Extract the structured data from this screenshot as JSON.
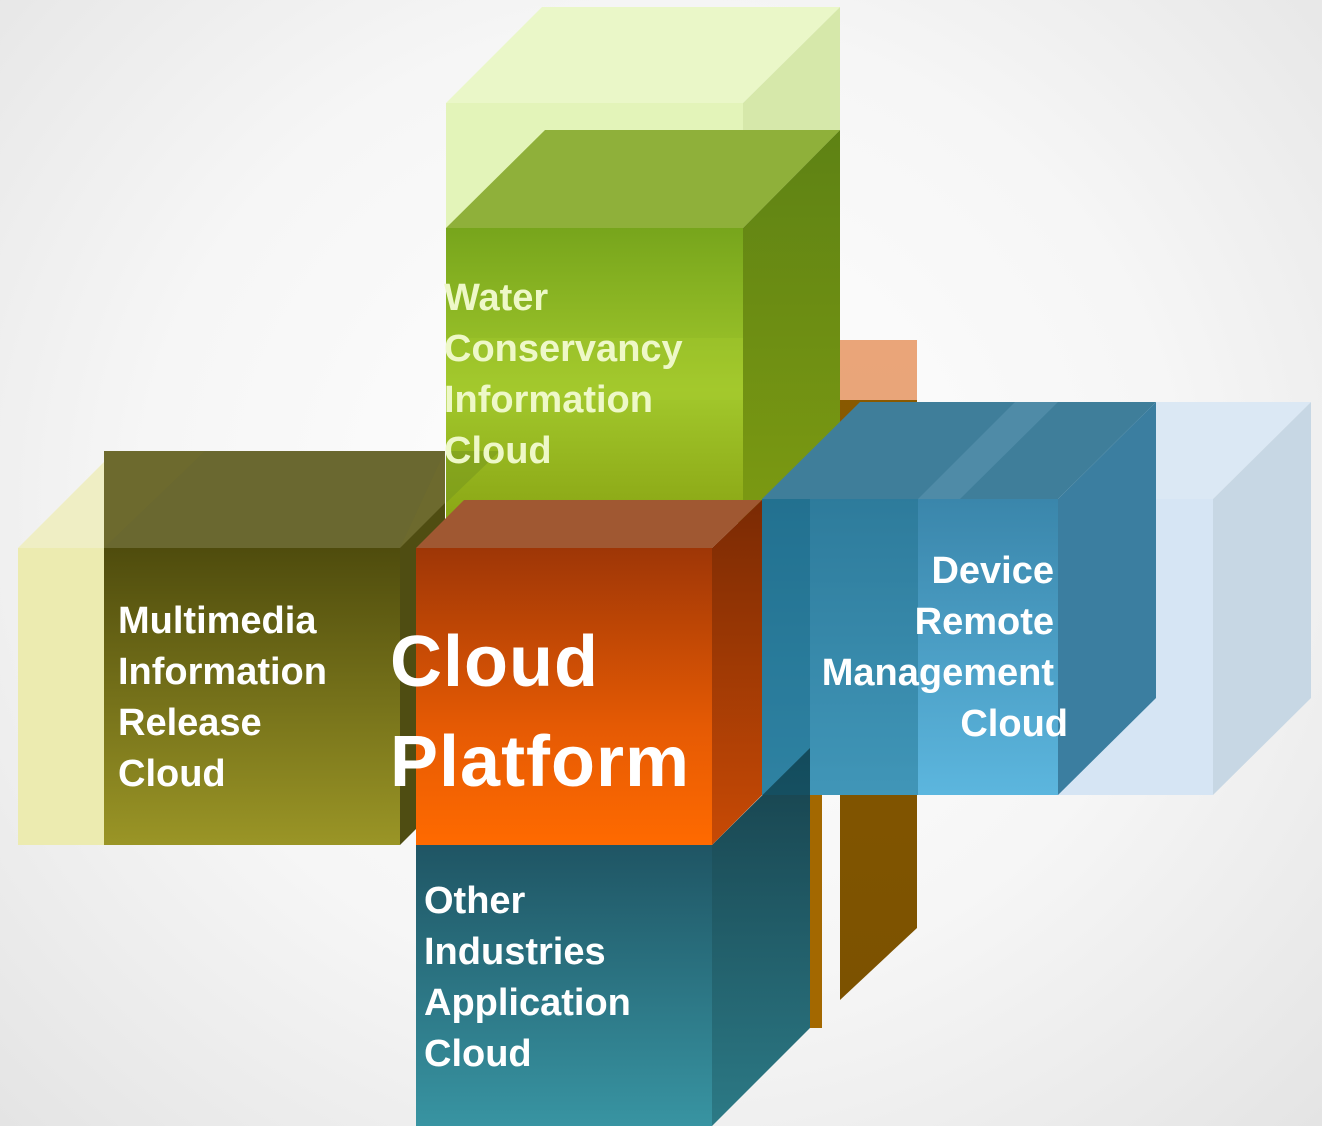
{
  "center": {
    "title_lines": [
      "Cloud",
      "Platform"
    ]
  },
  "clouds": {
    "water": {
      "lines": [
        "Water",
        "Conservancy",
        "Information",
        "Cloud"
      ]
    },
    "multimedia": {
      "lines": [
        "Multimedia",
        "Information",
        "Release",
        "Cloud"
      ]
    },
    "device": {
      "lines": [
        "Device",
        "Remote",
        "Management",
        "Cloud"
      ]
    },
    "other": {
      "lines": [
        "Other",
        "Industries",
        "Application",
        "Cloud"
      ]
    }
  },
  "colors": {
    "center": "#e25a06",
    "water": "#8db32b",
    "multimedia": "#6b6a1e",
    "device": "#2f87ad",
    "other": "#2e7480",
    "accent_peach": "#f4ad86"
  }
}
